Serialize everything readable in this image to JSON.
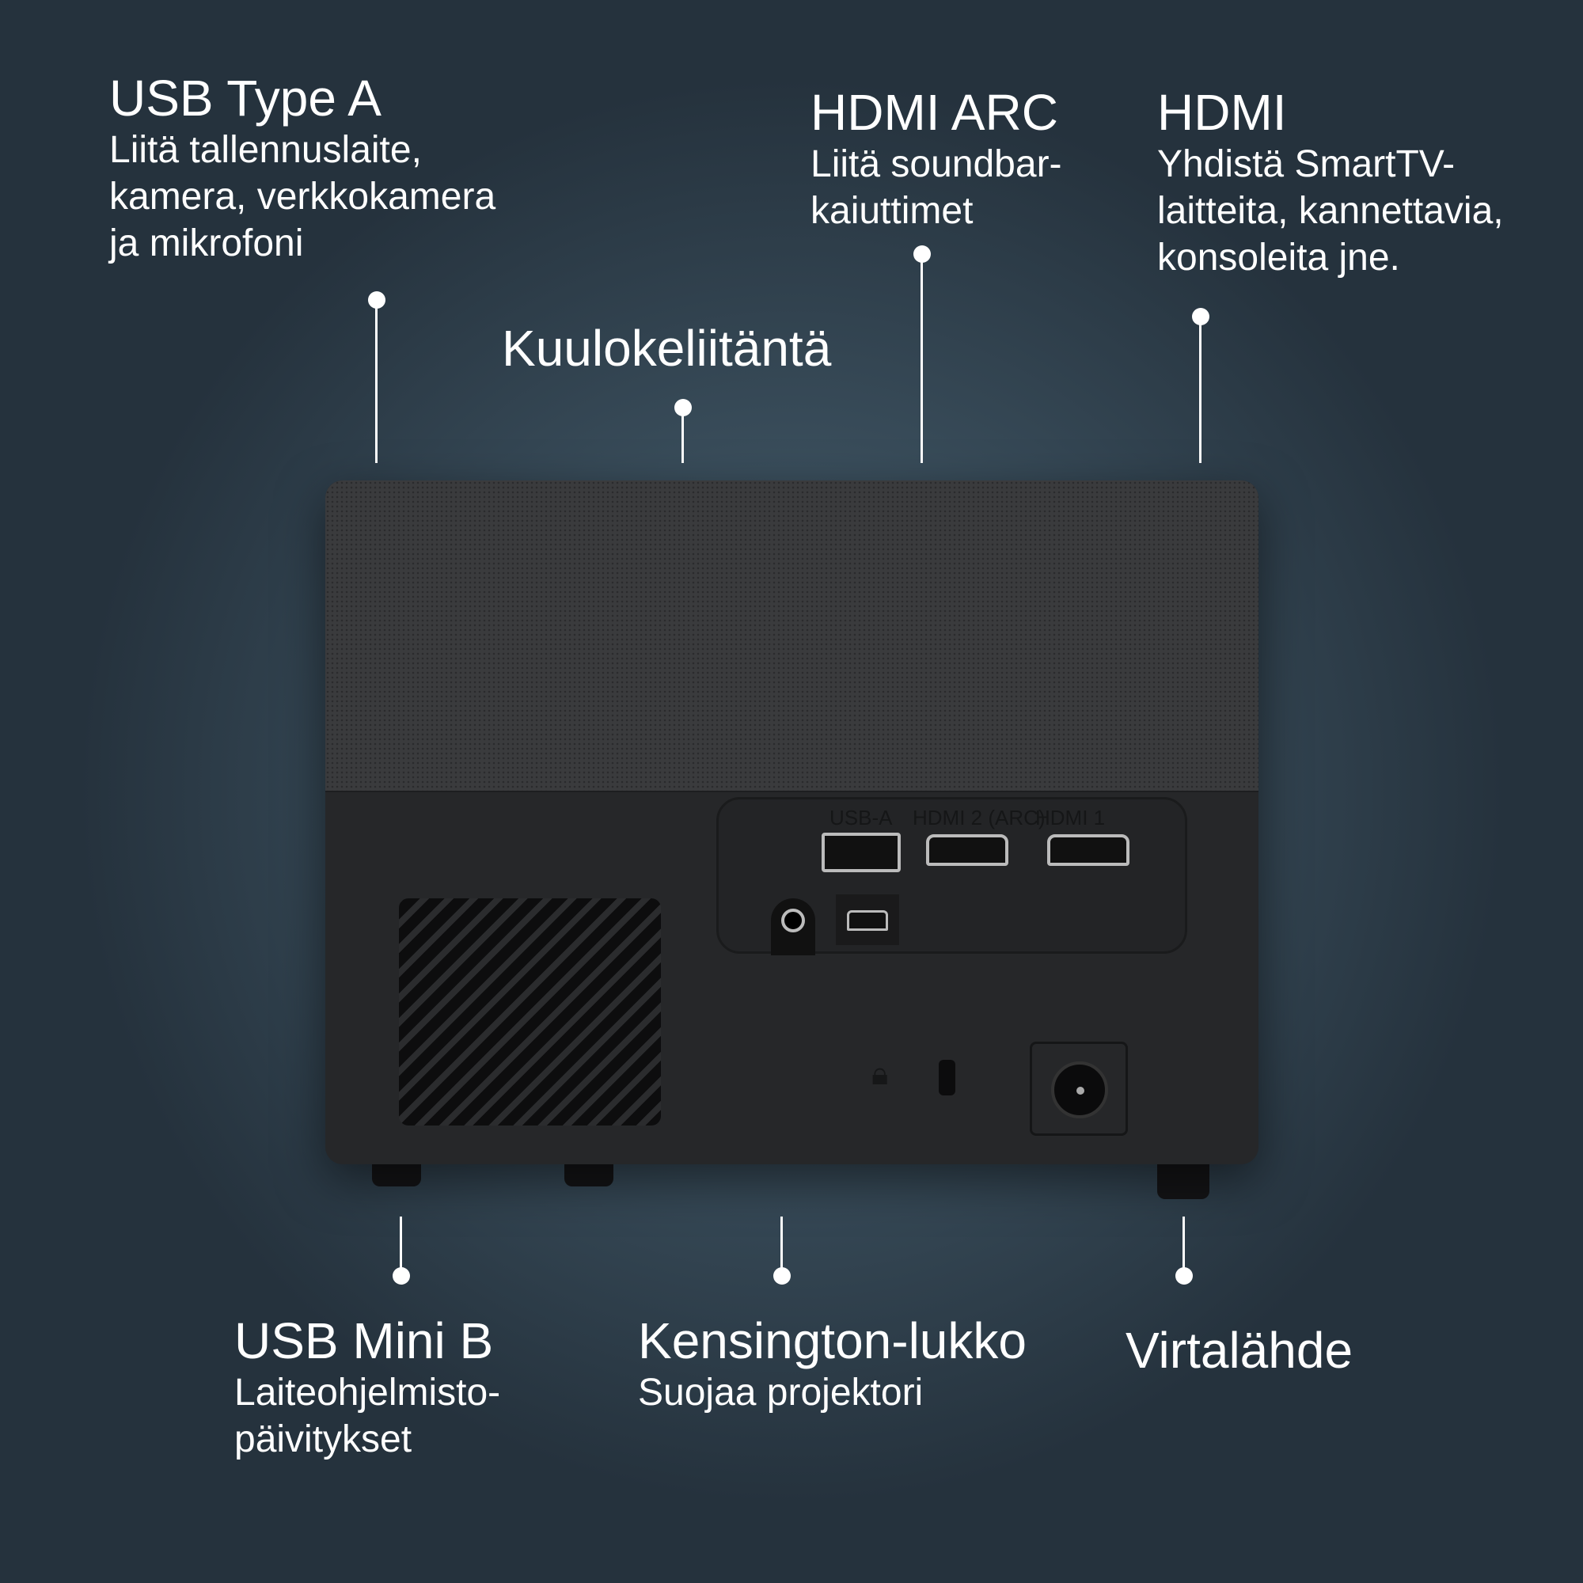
{
  "callouts": {
    "usb_a": {
      "title": "USB Type A",
      "lines": [
        "Liitä tallennuslaite,",
        "kamera, verkkokamera",
        "ja mikrofoni"
      ]
    },
    "headphone": {
      "title": "Kuulokeliitäntä"
    },
    "hdmi_arc": {
      "title": "HDMI ARC",
      "lines": [
        "Liitä soundbar-",
        "kaiuttimet"
      ]
    },
    "hdmi": {
      "title": "HDMI",
      "lines": [
        "Yhdistä SmartTV-",
        "laitteita, kannettavia,",
        "konsoleita jne."
      ]
    },
    "usb_mini_b": {
      "title": "USB Mini B",
      "lines": [
        "Laiteohjelmisto-",
        "päivitykset"
      ]
    },
    "kensington": {
      "title": "Kensington-lukko",
      "lines": [
        "Suojaa projektori"
      ]
    },
    "power": {
      "title": "Virtalähde"
    }
  },
  "device": {
    "port_labels": [
      "USB-A",
      "HDMI 2 (ARC)",
      "HDMI 1"
    ]
  },
  "colors": {
    "background": "#3a4e5c",
    "device": "#262729",
    "text": "#ffffff"
  }
}
